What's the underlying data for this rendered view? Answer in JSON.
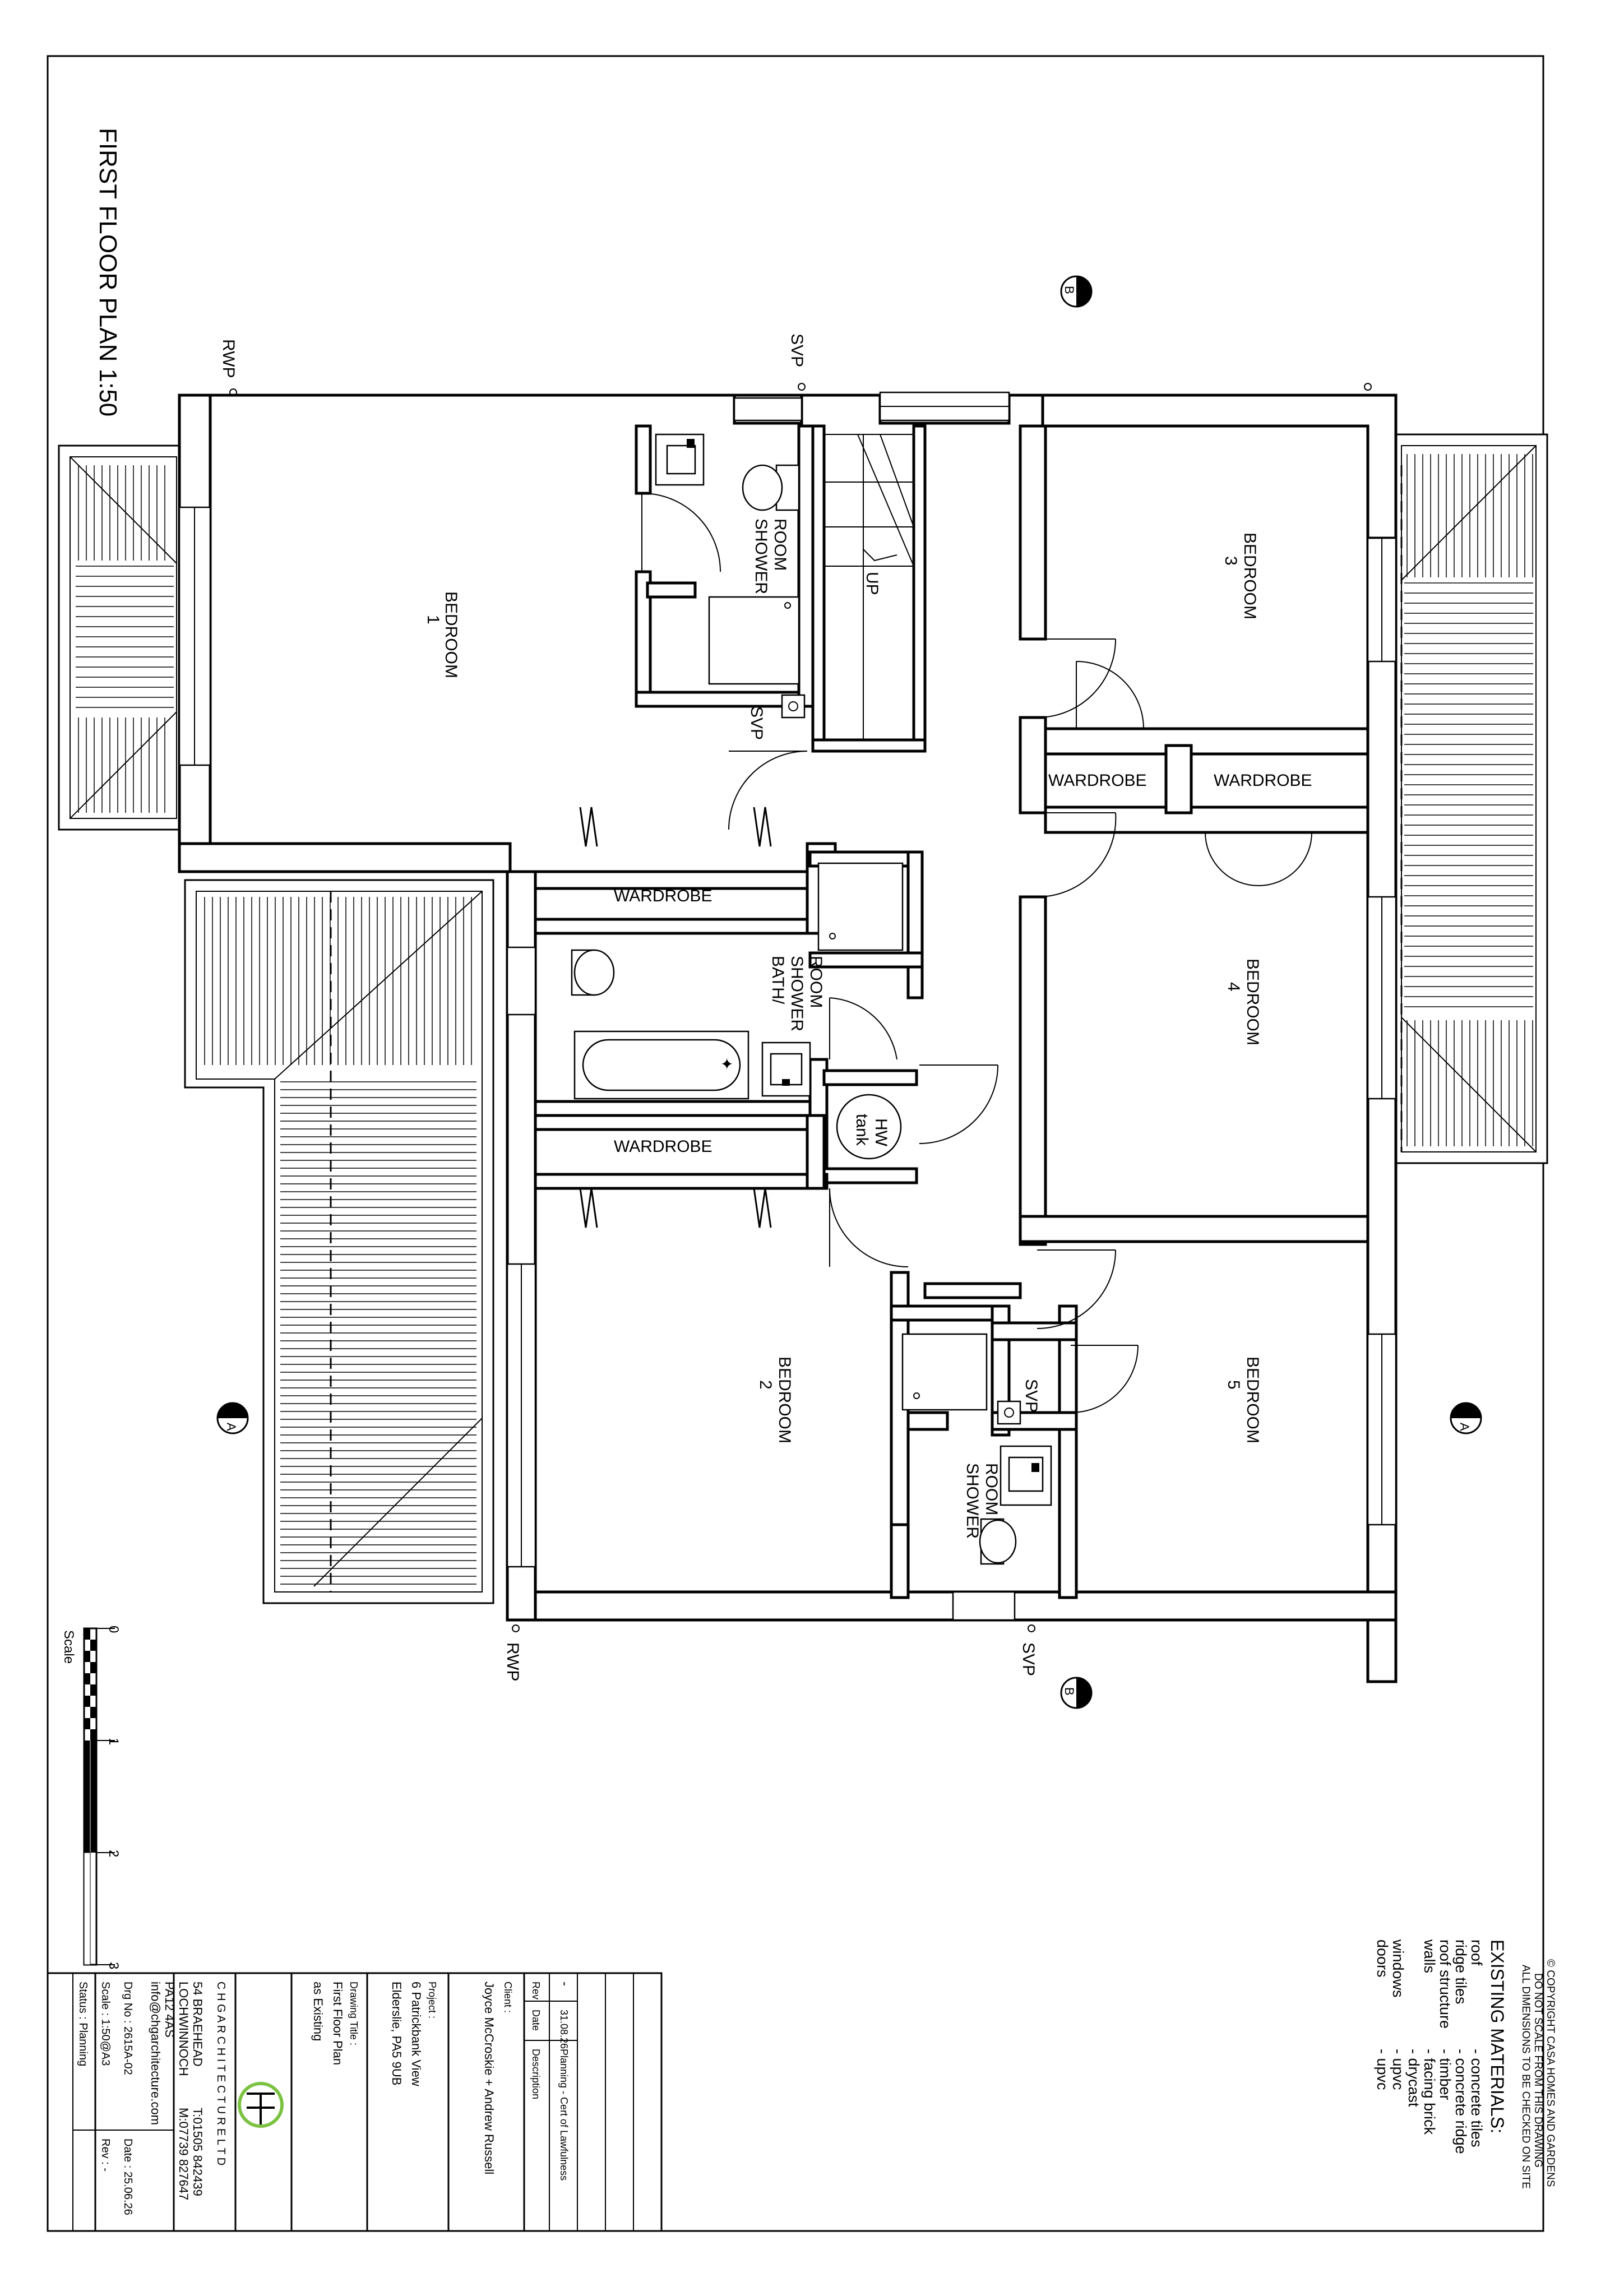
{
  "drawing": {
    "title": "FIRST FLOOR PLAN 1:50",
    "rooms": {
      "bedroom1": [
        "BEDROOM",
        "1"
      ],
      "bedroom2": [
        "BEDROOM",
        "2"
      ],
      "bedroom3": [
        "BEDROOM",
        "3"
      ],
      "bedroom4": [
        "BEDROOM",
        "4"
      ],
      "bedroom5": [
        "BEDROOM",
        "5"
      ],
      "shower_top": [
        "SHOWER",
        "ROOM"
      ],
      "shower_bottom": [
        "SHOWER",
        "ROOM"
      ],
      "bath": [
        "BATH/",
        "SHOWER",
        "ROOM"
      ],
      "wardrobe": "WARDROBE",
      "hw_tank": [
        "HW",
        "tank"
      ],
      "stair_up": "UP"
    },
    "labels": {
      "rwp": "RWP",
      "svp": "SVP"
    },
    "section_markers": {
      "a": "A",
      "b": "B"
    },
    "scale_bar": {
      "title": "Scale",
      "ticks": [
        "0",
        "1",
        "2",
        "3"
      ]
    }
  },
  "materials": {
    "copyright": [
      "© COPYRIGHT CASA HOMES AND GARDENS",
      "DO NOT SCALE FROM THIS DRAWING",
      "ALL DIMENSIONS TO BE CHECKED ON SITE"
    ],
    "heading": "EXISTING MATERIALS:",
    "items": [
      {
        "name": "roof",
        "value": "- concrete tiles"
      },
      {
        "name": "ridge tiles",
        "value": "- concrete ridge"
      },
      {
        "name": "roof structure",
        "value": "- timber"
      },
      {
        "name": "walls",
        "value": "- facing brick"
      },
      {
        "name": "",
        "value": "- drycast"
      },
      {
        "name": "windows",
        "value": "- upvc"
      },
      {
        "name": "doors",
        "value": "- upvc"
      }
    ]
  },
  "title_block": {
    "revision": {
      "rev": "-",
      "date": "31.08.26",
      "description": "Planning - Cert of Lawfulness"
    },
    "rev_header": {
      "rev": "Rev",
      "date": "Date",
      "description": "Description"
    },
    "client_label": "Client :",
    "client": "Joyce McCroskie + Andrew Russell",
    "project_label": "Project :",
    "project_lines": [
      "6 Patrickbank View",
      "Elderslie, PA5 9UB"
    ],
    "drawing_title_label": "Drawing Title :",
    "drawing_title_lines": [
      "First Floor Plan",
      "as Existing"
    ],
    "firm": "C H G  A R C H I T E C T U R E  L T D",
    "address_lines": [
      "54 BRAEHEAD",
      "LOCHWINNOCH",
      "PA12 4AS",
      "info@chgarchitecture.com"
    ],
    "phone_lines": [
      "T:01505 842439",
      "M:07739 827647"
    ],
    "drg_no": "Drg No :  2615A-02",
    "date": "Date :  25.06.26",
    "scale": "Scale :  1:50@A3",
    "rev": "Rev :  -",
    "status": "Status :  Planning"
  }
}
